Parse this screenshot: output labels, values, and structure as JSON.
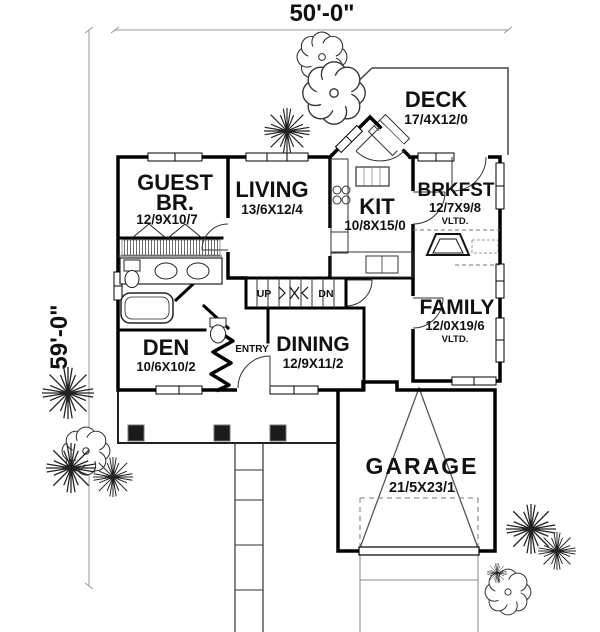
{
  "dimensions": {
    "width_label": "50'-0\"",
    "height_label": "59'-0\""
  },
  "rooms": {
    "deck": {
      "name": "DECK",
      "size": "17/4X12/0"
    },
    "guest": {
      "name_line1": "GUEST",
      "name_line2": "BR.",
      "size": "12/9X10/7"
    },
    "living": {
      "name": "LIVING",
      "size": "13/6X12/4"
    },
    "kitchen": {
      "name": "KIT",
      "size": "10/8X15/0"
    },
    "breakfast": {
      "name": "BRKFST",
      "size": "12/7X9/8",
      "note": "VLTD."
    },
    "family": {
      "name": "FAMILY",
      "size": "12/0X19/6",
      "note": "VLTD."
    },
    "den": {
      "name": "DEN",
      "size": "10/6X10/2"
    },
    "dining": {
      "name": "DINING",
      "size": "12/9X11/2"
    },
    "entry": {
      "name": "ENTRY"
    },
    "garage": {
      "name": "GARAGE",
      "size": "21/5X23/1"
    }
  },
  "stairs": {
    "up_label": "UP",
    "dn_label": "DN"
  },
  "colors": {
    "ink": "#111111",
    "wall": "#000000",
    "dim_line": "#999999"
  }
}
